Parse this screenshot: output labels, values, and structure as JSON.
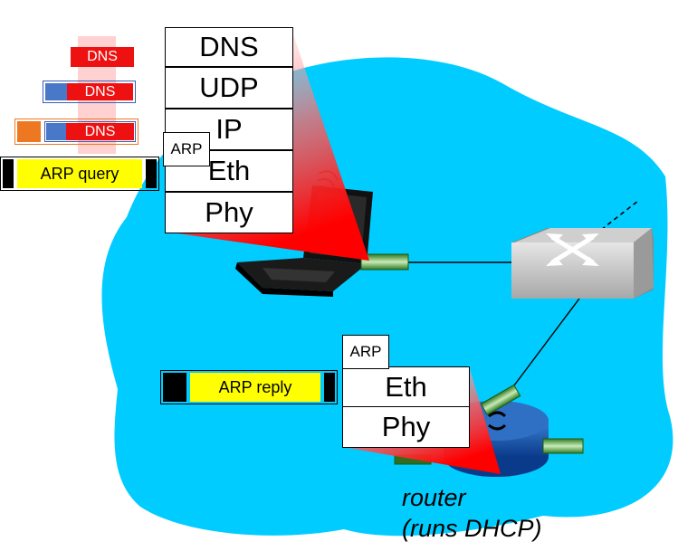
{
  "client_stack": {
    "layers": [
      "DNS",
      "UDP",
      "IP",
      "Eth",
      "Phy"
    ],
    "arp_tag": "ARP"
  },
  "router_stack": {
    "layers": [
      "Eth",
      "Phy"
    ],
    "arp_tag": "ARP"
  },
  "packets": {
    "dns_app": "DNS",
    "dns_udp": "DNS",
    "dns_ip": "DNS",
    "arp_query": "ARP query",
    "arp_reply": "ARP reply"
  },
  "router": {
    "label_line1": "router",
    "label_line2": "(runs DHCP)"
  },
  "colors": {
    "network_cloud": "#00ccff",
    "dns_red": "#ee1111",
    "udp_header_blue": "#4a78c8",
    "ip_header_orange": "#ee7722",
    "arp_yellow": "#ffff00",
    "beam_red": "#ff2222"
  }
}
